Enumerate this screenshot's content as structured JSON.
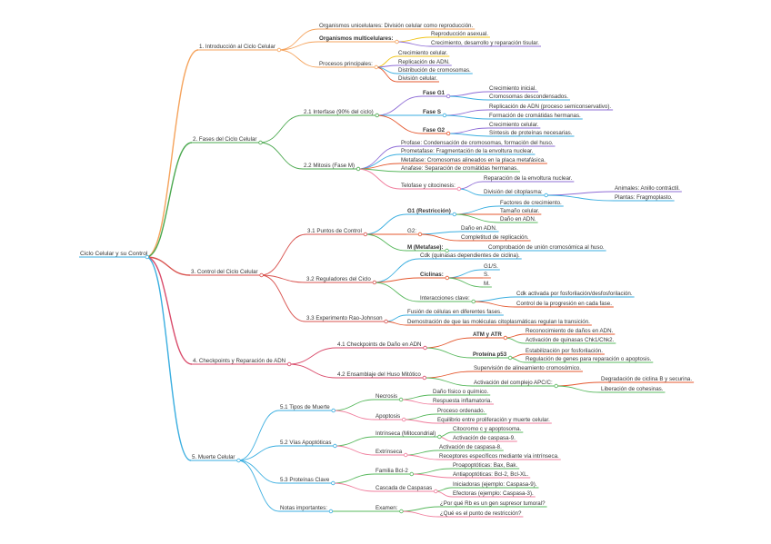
{
  "root": {
    "id": "root",
    "label": "Ciclo Celular y su Control"
  },
  "branch_colors": [
    "#f5a35c",
    "#4aa84e",
    "#d9534f",
    "#d94a6a",
    "#3aaee0"
  ],
  "nodes": [
    {
      "id": "b1",
      "parent": "root",
      "branch": 0,
      "label": "1. Introducción al Ciclo Celular"
    },
    {
      "id": "b1a",
      "parent": "b1",
      "branch": 0,
      "label": "Organismos unicelulares: División celular como reproducción."
    },
    {
      "id": "b1b",
      "parent": "b1",
      "branch": 0,
      "label": "Organismos multicelulares:",
      "bold": true
    },
    {
      "id": "b1b1",
      "parent": "b1b",
      "branch": 0,
      "label": "Reproducción asexual."
    },
    {
      "id": "b1b2",
      "parent": "b1b",
      "branch": 0,
      "label": "Crecimiento, desarrollo y reparación tisular."
    },
    {
      "id": "b1c",
      "parent": "b1",
      "branch": 0,
      "label": "Procesos principales:"
    },
    {
      "id": "b1c1",
      "parent": "b1c",
      "branch": 0,
      "label": "Crecimiento celular."
    },
    {
      "id": "b1c2",
      "parent": "b1c",
      "branch": 0,
      "label": "Replicación de ADN."
    },
    {
      "id": "b1c3",
      "parent": "b1c",
      "branch": 0,
      "label": "Distribución de cromosomas."
    },
    {
      "id": "b1c4",
      "parent": "b1c",
      "branch": 0,
      "label": "División celular."
    },
    {
      "id": "b2",
      "parent": "root",
      "branch": 1,
      "label": "2. Fases del Ciclo Celular"
    },
    {
      "id": "b2a",
      "parent": "b2",
      "branch": 1,
      "label": "2.1 Interfase (90% del ciclo)"
    },
    {
      "id": "b2a1",
      "parent": "b2a",
      "branch": 1,
      "label": "Fase G1",
      "bold": true
    },
    {
      "id": "b2a1a",
      "parent": "b2a1",
      "branch": 1,
      "label": "Crecimiento inicial."
    },
    {
      "id": "b2a1b",
      "parent": "b2a1",
      "branch": 1,
      "label": "Cromosomas descondensados."
    },
    {
      "id": "b2a2",
      "parent": "b2a",
      "branch": 1,
      "label": "Fase S",
      "bold": true
    },
    {
      "id": "b2a2a",
      "parent": "b2a2",
      "branch": 1,
      "label": "Replicación de ADN (proceso semiconservativo)."
    },
    {
      "id": "b2a2b",
      "parent": "b2a2",
      "branch": 1,
      "label": "Formación de cromátidas hermanas."
    },
    {
      "id": "b2a3",
      "parent": "b2a",
      "branch": 1,
      "label": "Fase G2",
      "bold": true
    },
    {
      "id": "b2a3a",
      "parent": "b2a3",
      "branch": 1,
      "label": "Crecimiento celular."
    },
    {
      "id": "b2a3b",
      "parent": "b2a3",
      "branch": 1,
      "label": "Síntesis de proteínas necesarias."
    },
    {
      "id": "b2b",
      "parent": "b2",
      "branch": 1,
      "label": "2.2 Mitosis (Fase M)"
    },
    {
      "id": "b2b1",
      "parent": "b2b",
      "branch": 1,
      "label": "Profase: Condensación de cromosomas, formación del huso."
    },
    {
      "id": "b2b2",
      "parent": "b2b",
      "branch": 1,
      "label": "Prometafase: Fragmentación de la envoltura nuclear."
    },
    {
      "id": "b2b3",
      "parent": "b2b",
      "branch": 1,
      "label": "Metafase: Cromosomas alineados en la placa metafásica."
    },
    {
      "id": "b2b4",
      "parent": "b2b",
      "branch": 1,
      "label": "Anafase: Separación de cromátidas hermanas."
    },
    {
      "id": "b2b5",
      "parent": "b2b",
      "branch": 1,
      "label": "Telofase y citocinesis:"
    },
    {
      "id": "b2b5a",
      "parent": "b2b5",
      "branch": 1,
      "label": "Reparación de la envoltura nuclear."
    },
    {
      "id": "b2b5b",
      "parent": "b2b5",
      "branch": 1,
      "label": "División del citoplasma:"
    },
    {
      "id": "b2b5b1",
      "parent": "b2b5b",
      "branch": 1,
      "label": "Animales: Anillo contráctil."
    },
    {
      "id": "b2b5b2",
      "parent": "b2b5b",
      "branch": 1,
      "label": "Plantas: Fragmoplasto."
    },
    {
      "id": "b3",
      "parent": "root",
      "branch": 2,
      "label": "3. Control del Ciclo Celular"
    },
    {
      "id": "b3a",
      "parent": "b3",
      "branch": 2,
      "label": "3.1 Puntos de Control"
    },
    {
      "id": "b3a1",
      "parent": "b3a",
      "branch": 2,
      "label": "G1 (Restricción)",
      "bold": true
    },
    {
      "id": "b3a1a",
      "parent": "b3a1",
      "branch": 2,
      "label": "Factores de crecimiento."
    },
    {
      "id": "b3a1b",
      "parent": "b3a1",
      "branch": 2,
      "label": "Tamaño celular."
    },
    {
      "id": "b3a1c",
      "parent": "b3a1",
      "branch": 2,
      "label": "Daño en ADN."
    },
    {
      "id": "b3a2",
      "parent": "b3a",
      "branch": 2,
      "label": "G2:"
    },
    {
      "id": "b3a2a",
      "parent": "b3a2",
      "branch": 2,
      "label": "Daño en ADN."
    },
    {
      "id": "b3a2b",
      "parent": "b3a2",
      "branch": 2,
      "label": "Completitud de replicación."
    },
    {
      "id": "b3a3",
      "parent": "b3a",
      "branch": 2,
      "label": "M (Metafase):",
      "bold": true
    },
    {
      "id": "b3a3a",
      "parent": "b3a3",
      "branch": 2,
      "label": "Comprobación de unión cromosómica al huso."
    },
    {
      "id": "b3b",
      "parent": "b3",
      "branch": 2,
      "label": "3.2 Reguladores del Ciclo"
    },
    {
      "id": "b3b1",
      "parent": "b3b",
      "branch": 2,
      "label": "Cdk (quinasas dependientes de ciclina)."
    },
    {
      "id": "b3b2",
      "parent": "b3b",
      "branch": 2,
      "label": "Ciclinas:",
      "bold": true
    },
    {
      "id": "b3b2a",
      "parent": "b3b2",
      "branch": 2,
      "label": "G1/S."
    },
    {
      "id": "b3b2b",
      "parent": "b3b2",
      "branch": 2,
      "label": "S."
    },
    {
      "id": "b3b2c",
      "parent": "b3b2",
      "branch": 2,
      "label": "M."
    },
    {
      "id": "b3b3",
      "parent": "b3b",
      "branch": 2,
      "label": "Interacciones clave:"
    },
    {
      "id": "b3b3a",
      "parent": "b3b3",
      "branch": 2,
      "label": "Cdk activada por fosforilación/desfosforilación."
    },
    {
      "id": "b3b3b",
      "parent": "b3b3",
      "branch": 2,
      "label": "Control de la progresión en cada fase."
    },
    {
      "id": "b3c",
      "parent": "b3",
      "branch": 2,
      "label": "3.3 Experimento Rao-Johnson"
    },
    {
      "id": "b3c1",
      "parent": "b3c",
      "branch": 2,
      "label": "Fusión de células en diferentes fases."
    },
    {
      "id": "b3c2",
      "parent": "b3c",
      "branch": 2,
      "label": "Demostración de que las moléculas citoplasmáticas regulan la transición."
    },
    {
      "id": "b4",
      "parent": "root",
      "branch": 3,
      "label": "4. Checkpoints y Reparación de ADN"
    },
    {
      "id": "b4a",
      "parent": "b4",
      "branch": 3,
      "label": "4.1 Checkpoints de Daño en ADN"
    },
    {
      "id": "b4a1",
      "parent": "b4a",
      "branch": 3,
      "label": "ATM y ATR",
      "bold": true
    },
    {
      "id": "b4a1a",
      "parent": "b4a1",
      "branch": 3,
      "label": "Reconocimiento de daños en ADN."
    },
    {
      "id": "b4a1b",
      "parent": "b4a1",
      "branch": 3,
      "label": "Activación de quinasas Chk1/Chk2."
    },
    {
      "id": "b4a2",
      "parent": "b4a",
      "branch": 3,
      "label": "Proteína p53",
      "bold": true
    },
    {
      "id": "b4a2a",
      "parent": "b4a2",
      "branch": 3,
      "label": "Estabilización por fosforilación."
    },
    {
      "id": "b4a2b",
      "parent": "b4a2",
      "branch": 3,
      "label": "Regulación de genes para reparación o apoptosis."
    },
    {
      "id": "b4b",
      "parent": "b4",
      "branch": 3,
      "label": "4.2 Ensamblaje del Huso Mitótico"
    },
    {
      "id": "b4b1",
      "parent": "b4b",
      "branch": 3,
      "label": "Supervisión de alineamiento cromosómico."
    },
    {
      "id": "b4b2",
      "parent": "b4b",
      "branch": 3,
      "label": "Activación del complejo APC/C:"
    },
    {
      "id": "b4b2a",
      "parent": "b4b2",
      "branch": 3,
      "label": "Degradación de ciclina B y securina."
    },
    {
      "id": "b4b2b",
      "parent": "b4b2",
      "branch": 3,
      "label": "Liberación de cohesinas."
    },
    {
      "id": "b5",
      "parent": "root",
      "branch": 4,
      "label": "5. Muerte Celular"
    },
    {
      "id": "b5a",
      "parent": "b5",
      "branch": 4,
      "label": "5.1 Tipos de Muerte"
    },
    {
      "id": "b5a1",
      "parent": "b5a",
      "branch": 4,
      "label": "Necrosis"
    },
    {
      "id": "b5a1a",
      "parent": "b5a1",
      "branch": 4,
      "label": "Daño físico o químico."
    },
    {
      "id": "b5a1b",
      "parent": "b5a1",
      "branch": 4,
      "label": "Respuesta inflamatoria."
    },
    {
      "id": "b5a2",
      "parent": "b5a",
      "branch": 4,
      "label": "Apoptosis"
    },
    {
      "id": "b5a2a",
      "parent": "b5a2",
      "branch": 4,
      "label": "Proceso ordenado."
    },
    {
      "id": "b5a2b",
      "parent": "b5a2",
      "branch": 4,
      "label": "Equilibrio entre proliferación y muerte celular."
    },
    {
      "id": "b5b",
      "parent": "b5",
      "branch": 4,
      "label": "5.2 Vías Apoptóticas"
    },
    {
      "id": "b5b1",
      "parent": "b5b",
      "branch": 4,
      "label": "Intrínseca (Mitocondrial)"
    },
    {
      "id": "b5b1a",
      "parent": "b5b1",
      "branch": 4,
      "label": "Citocromo c y apoptosoma."
    },
    {
      "id": "b5b1b",
      "parent": "b5b1",
      "branch": 4,
      "label": "Activación de caspasa-9."
    },
    {
      "id": "b5b2",
      "parent": "b5b",
      "branch": 4,
      "label": "Extrínseca"
    },
    {
      "id": "b5b2a",
      "parent": "b5b2",
      "branch": 4,
      "label": "Activación de caspasa-8."
    },
    {
      "id": "b5b2b",
      "parent": "b5b2",
      "branch": 4,
      "label": "Receptores específicos mediante vía intrínseca."
    },
    {
      "id": "b5c",
      "parent": "b5",
      "branch": 4,
      "label": "5.3 Proteínas Clave"
    },
    {
      "id": "b5c1",
      "parent": "b5c",
      "branch": 4,
      "label": "Familia Bcl-2"
    },
    {
      "id": "b5c1a",
      "parent": "b5c1",
      "branch": 4,
      "label": "Proapoptóticas: Bax, Bak."
    },
    {
      "id": "b5c1b",
      "parent": "b5c1",
      "branch": 4,
      "label": "Antiapoptóticas: Bcl-2, Bcl-XL."
    },
    {
      "id": "b5c2",
      "parent": "b5c",
      "branch": 4,
      "label": "Cascada de Caspasas"
    },
    {
      "id": "b5c2a",
      "parent": "b5c2",
      "branch": 4,
      "label": "Iniciadoras (ejemplo: Caspasa-9)."
    },
    {
      "id": "b5c2b",
      "parent": "b5c2",
      "branch": 4,
      "label": "Efectoras (ejemplo: Caspasa-3)."
    },
    {
      "id": "b5d",
      "parent": "b5",
      "branch": 4,
      "label": "Notas importantes:"
    },
    {
      "id": "b5d1",
      "parent": "b5d",
      "branch": 4,
      "label": "Examen:"
    },
    {
      "id": "b5d1a",
      "parent": "b5d1",
      "branch": 4,
      "label": "¿Por qué Rb es un gen supresor tumoral?"
    },
    {
      "id": "b5d1b",
      "parent": "b5d1",
      "branch": 4,
      "label": "¿Qué es el punto de restricción?"
    }
  ]
}
